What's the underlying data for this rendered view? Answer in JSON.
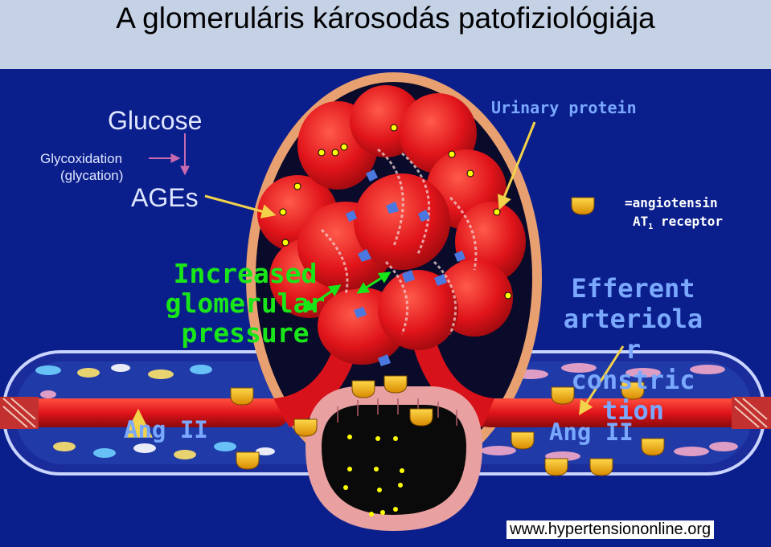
{
  "title": "A glomeruláris károsodás patofiziológiája",
  "labels": {
    "glucose": "Glucose",
    "glycoxidation": "Glycoxidation",
    "glycation": "(glycation)",
    "ages": "AGEs",
    "urinary_protein": "Urinary protein",
    "legend_line1": "=angiotensin",
    "legend_line2_prefix": "AT",
    "legend_line2_sub": "1",
    "legend_line2_suffix": "receptor",
    "increased_l1": "Increased",
    "increased_l2": "glomerular",
    "increased_l3": "pressure",
    "efferent_l1": "Efferent",
    "efferent_l2": "arteriola",
    "efferent_l3": "r",
    "efferent_l4": "constric",
    "efferent_l5": "tion",
    "ang_ii_left": "Ang II",
    "ang_ii_right": "Ang II",
    "website": "www.hypertensiononline.org"
  },
  "colors": {
    "background": "#0b1f8c",
    "title_bar": "#c5d2e6",
    "green_text": "#19e619",
    "blue_text": "#7aa8ff",
    "vessel_red": "#e0141a",
    "receptor_gold": "#f2b400",
    "protein_dot": "#ffff00"
  },
  "icons": [
    "receptor-cup-icon",
    "protein-dot-icon",
    "arrow-icon"
  ]
}
